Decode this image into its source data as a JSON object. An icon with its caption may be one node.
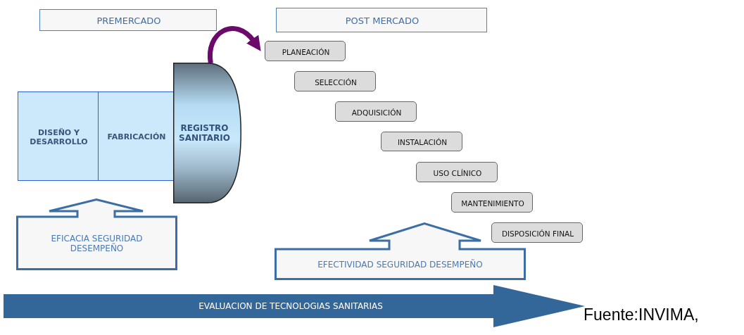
{
  "diagram": {
    "nodes": [
      {
        "text": [
          "PREMERCADO"
        ]
      },
      {
        "text": [
          "POST MERCADO"
        ]
      },
      {
        "text": [
          "DISEÑO Y DESARROLLO"
        ]
      },
      {
        "text": [
          "FABRICACIÓN"
        ]
      },
      {
        "text": [
          "REGISTRO SANITARIO"
        ]
      },
      {
        "text": [
          "PLANEACIÓN"
        ]
      },
      {
        "text": [
          "SELECCIÓN"
        ]
      },
      {
        "text": [
          "ADQUISICIÓN"
        ]
      },
      {
        "text": [
          "INSTALACIÓN"
        ]
      },
      {
        "text": [
          "USO CLÍNICO"
        ]
      },
      {
        "text": [
          "MANTENIMIENTO"
        ]
      },
      {
        "text": [
          "DISPOSICIÓN FINAL"
        ]
      },
      {
        "text": [
          "EFICACIA SEGURIDAD DESEMPEÑO"
        ]
      },
      {
        "text": [
          "EFECTIVIDAD SEGURIDAD DESEMPEÑO"
        ]
      },
      {
        "text": [
          "EVALUACION DE TECNOLOGIAS SANITARIAS"
        ]
      }
    ],
    "edges": [
      {
        "from": 4,
        "to": 5,
        "arrow": "to",
        "color": "#6b0a6b"
      }
    ],
    "labels": [
      "Fuente:INVIMA,"
    ]
  }
}
